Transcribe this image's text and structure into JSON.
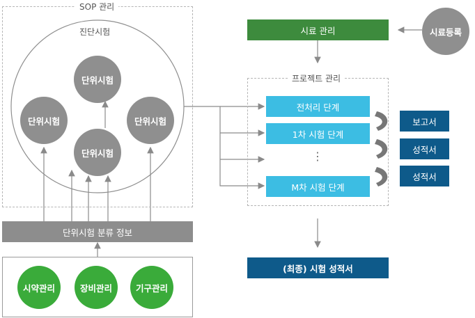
{
  "sop": {
    "title": "SOP 관리",
    "diagnostic_label": "진단시험",
    "unit_tests": [
      "단위시험",
      "단위시험",
      "단위시험",
      "단위시험"
    ],
    "classification_bar": "단위시험 분류 정보",
    "resources": [
      "시약관리",
      "장비관리",
      "기구관리"
    ]
  },
  "sample": {
    "management_bar": "시료 관리",
    "register_circle": "시료등록"
  },
  "project": {
    "title": "프로젝트 관리",
    "steps": [
      "전처리 단계",
      "1차 시험 단계",
      "M차 시험 단계"
    ],
    "ellipsis": "⋮",
    "outputs": [
      "보고서",
      "성적서",
      "성적서"
    ]
  },
  "final_report": "(최종) 시험 성적서",
  "colors": {
    "gray": "#8f8f8f",
    "green": "#3aab3a",
    "dark_green": "#3d8b3d",
    "cyan": "#3cbde3",
    "navy": "#0e5a8a"
  }
}
